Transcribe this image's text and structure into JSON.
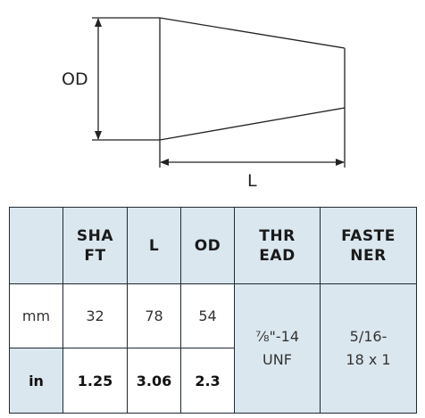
{
  "drawing": {
    "od_label": "OD",
    "l_label": "L"
  },
  "table": {
    "headers": [
      "SHAFT",
      "L",
      "OD",
      "THREAD",
      "FASTENER"
    ],
    "rows": [
      {
        "unit": "mm",
        "shaft": "32",
        "l": "78",
        "od": "54"
      },
      {
        "unit": "in",
        "shaft": "1.25",
        "l": "3.06",
        "od": "2.3"
      }
    ],
    "thread_line1": "⅞\"-14",
    "thread_line2": "UNF",
    "fastener_line1": "5/16-",
    "fastener_line2": "18 x 1"
  },
  "colors": {
    "header_bg": "#dbe7ef",
    "border": "#1f2a33",
    "line": "#222222"
  }
}
